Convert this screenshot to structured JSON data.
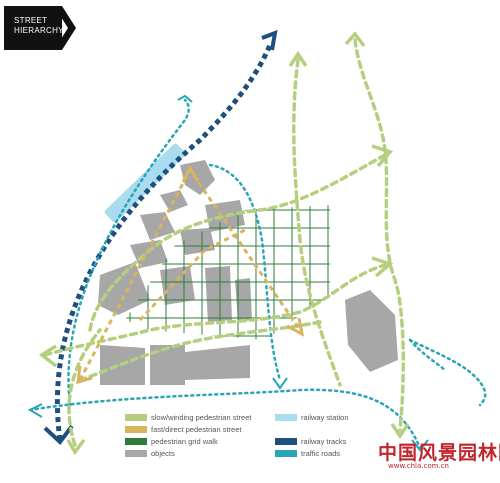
{
  "header": {
    "title_line1": "STREET",
    "title_line2": "HIERARCHY"
  },
  "legend": {
    "items": [
      {
        "label": "slow/winding pedestrian street",
        "color": "#b6cf7e"
      },
      {
        "label": "fast/direct pedestrian street",
        "color": "#d9b45e"
      },
      {
        "label": "pedestrian grid walk",
        "color": "#2f7d3a"
      },
      {
        "label": "objects",
        "color": "#a7a7a7"
      },
      {
        "label": "railway station",
        "color": "#a9dcef"
      },
      {
        "label": "railway tracks",
        "color": "#1e4f7d"
      },
      {
        "label": "traffic roads",
        "color": "#2aa5b5"
      }
    ]
  },
  "watermark": {
    "text": "中国风景园林网",
    "url": "www.chla.com.cn"
  }
}
